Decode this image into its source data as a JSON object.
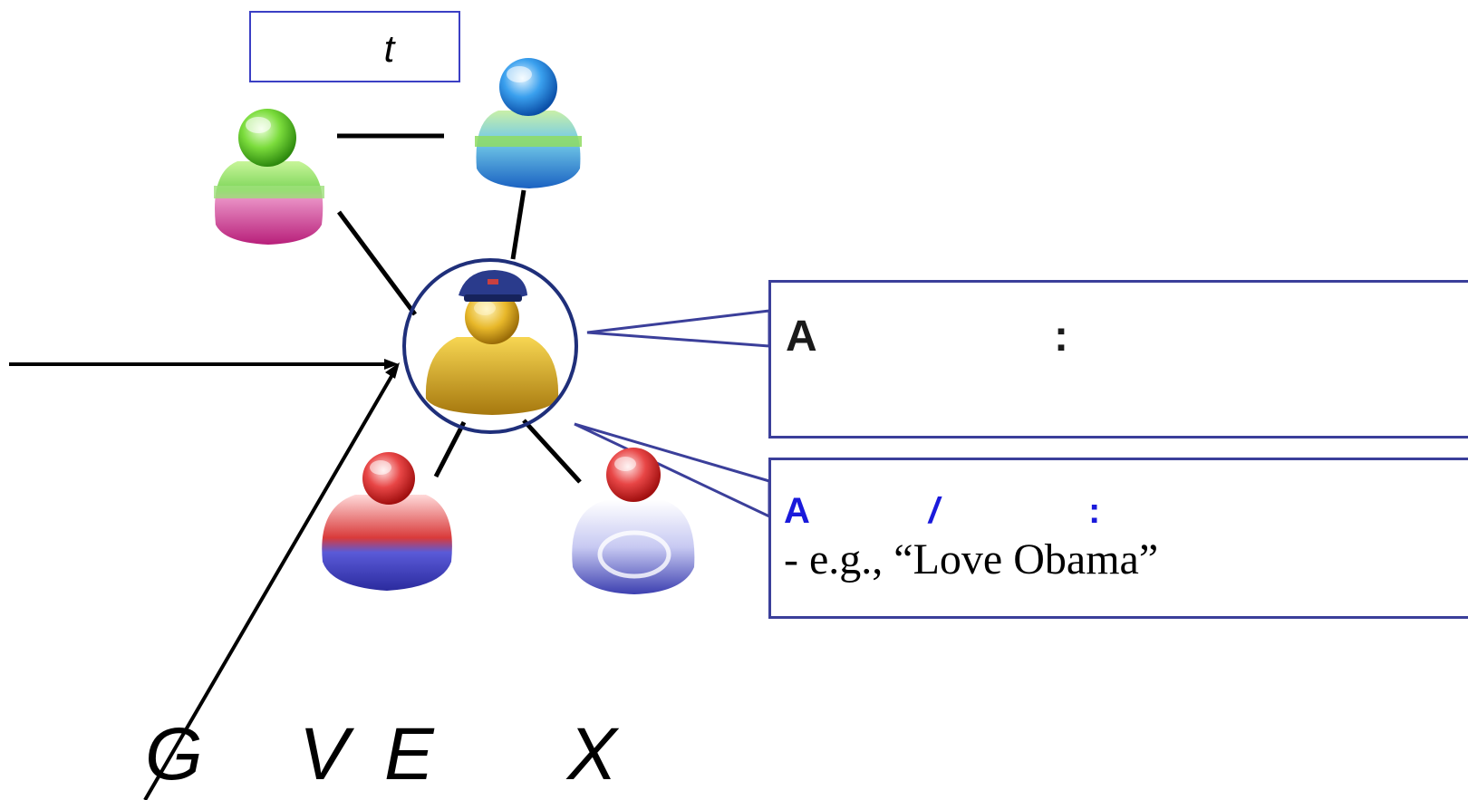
{
  "time_label": "t",
  "attr_box": {
    "letter": "A",
    "colon": ":"
  },
  "attitude_box": {
    "letter": "A",
    "slash": "/",
    "colon": ":",
    "example": "- e.g., “Love Obama”"
  },
  "formula": {
    "g": "G",
    "v": "V",
    "e": "E",
    "x": "X"
  },
  "colors": {
    "box_border": "#3b3f9a",
    "accent_blue": "#1a1adb",
    "line": "#000000"
  }
}
